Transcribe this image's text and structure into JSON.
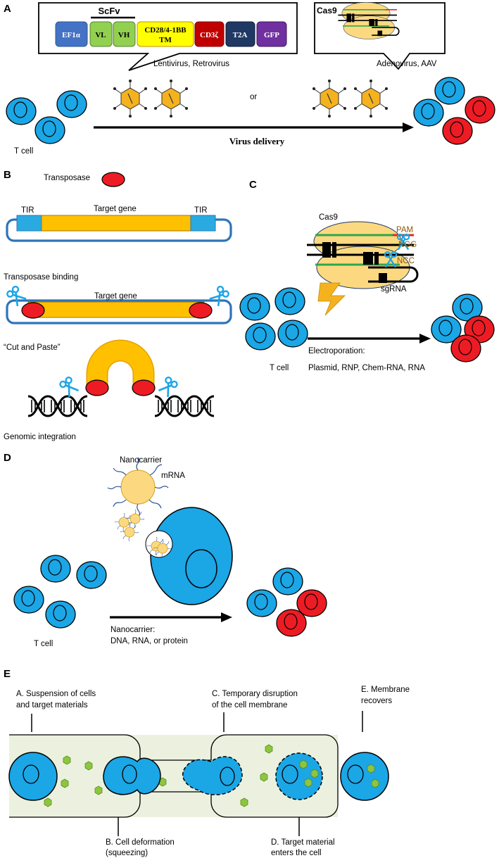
{
  "panels": {
    "a": "A",
    "b": "B",
    "c": "C",
    "d": "D",
    "e": "E"
  },
  "a": {
    "scfv": "ScFv",
    "segments": {
      "ef1a": "EF1α",
      "vl": "VL",
      "vh": "VH",
      "tm_line1": "CD28/4-1BB",
      "tm_line2": "TM",
      "cd3z": "CD3ζ",
      "t2a": "T2A",
      "gfp": "GFP"
    },
    "vectors_left": "Lentivirus, Retrovirus",
    "cas9": "Cas9",
    "vectors_right": "Adenovirus, AAV",
    "or": "or",
    "t_cell": "T cell",
    "delivery": "Virus delivery"
  },
  "b": {
    "transposase": "Transposase",
    "tir_left": "TIR",
    "tir_right": "TIR",
    "target_gene_1": "Target gene",
    "binding": "Transposase binding",
    "target_gene_2": "Target gene",
    "cut_paste": "“Cut and Paste”",
    "integration": "Genomic integration"
  },
  "c": {
    "cas9": "Cas9",
    "pam": "PAM",
    "ngg": "NGG",
    "ncc": "NCC",
    "sgrna": "sgRNA",
    "t_cell": "T cell",
    "electroporation": "Electroporation:",
    "methods": "Plasmid, RNP, Chem-RNA, RNA"
  },
  "d": {
    "nanocarrier": "Nanocarrier",
    "mrna": "mRNA",
    "t_cell": "T cell",
    "method_1": "Nanocarrier:",
    "method_2": "DNA, RNA, or protein"
  },
  "e": {
    "a_line1": "A. Suspension of cells",
    "a_line2": "and target materials",
    "b_line1": "B. Cell deformation",
    "b_line2": "(squeezing)",
    "c_line1": "C. Temporary disruption",
    "c_line2": "of the cell membrane",
    "d_line1": "D. Target material",
    "d_line2": "enters the cell",
    "e_line1": "E. Membrane",
    "e_line2": "recovers"
  },
  "colors": {
    "tcell": "#1ba6e6",
    "edited": "#ed1c24",
    "ef1a": "#4472c4",
    "scfv": "#92d050",
    "tm": "#ffff00",
    "cd3z": "#c00000",
    "t2a": "#1f3864",
    "gfp": "#7030a0",
    "gene": "#ffc000",
    "cas9": "#fcd980",
    "chamber": "#ebf1de"
  }
}
